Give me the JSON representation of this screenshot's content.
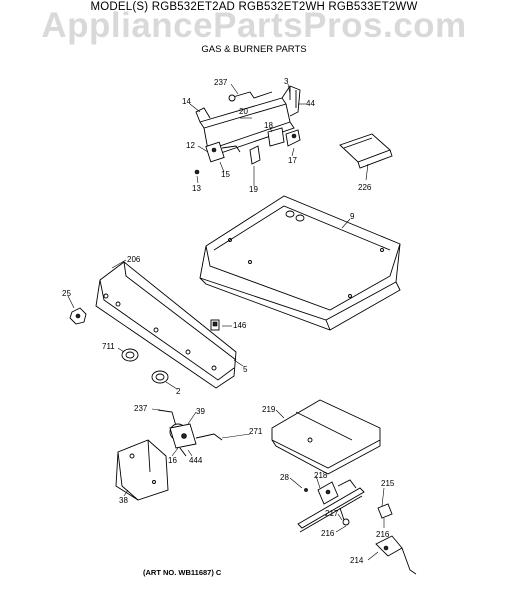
{
  "header": {
    "model_line": "MODEL(S) RGB532ET2AD  RGB532ET2WH  RGB533ET2WW",
    "watermark": "AppliancePartsPros.com",
    "subtitle": "GAS & BURNER PARTS"
  },
  "footer": {
    "art_no": "(ART NO. WB11687) C"
  },
  "callouts": [
    "237",
    "3",
    "14",
    "20",
    "44",
    "18",
    "12",
    "17",
    "15",
    "13",
    "19",
    "226",
    "9",
    "206",
    "25",
    "146",
    "711",
    "5",
    "2",
    "237",
    "39",
    "271",
    "16",
    "444",
    "219",
    "38",
    "218",
    "28",
    "215",
    "217",
    "216",
    "216",
    "214"
  ],
  "colors": {
    "line": "#000000",
    "watermark": "#787878",
    "background": "#ffffff"
  }
}
